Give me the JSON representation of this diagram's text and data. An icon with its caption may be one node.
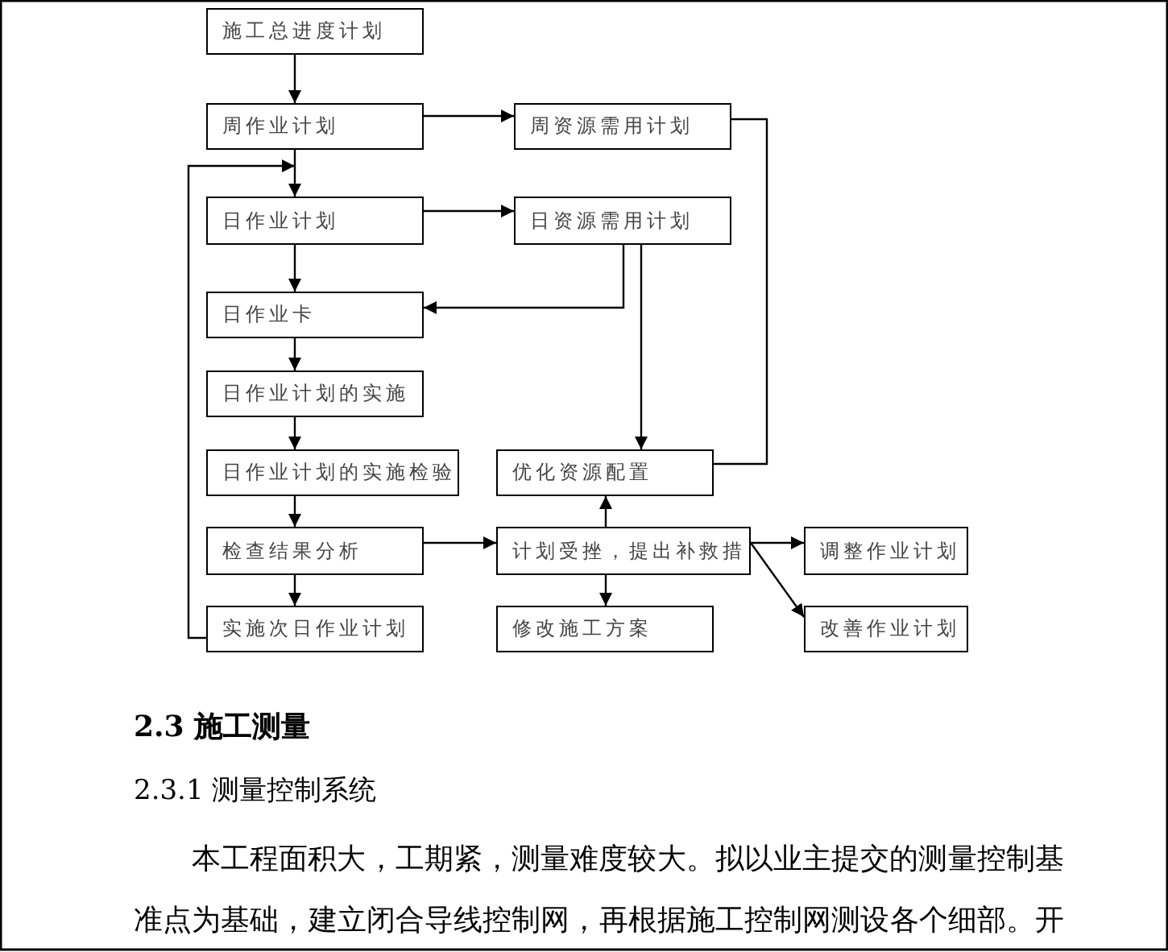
{
  "diagram": {
    "nodes": [
      {
        "text": [
          "施工总进度计划"
        ]
      },
      {
        "text": [
          "周作业计划"
        ]
      },
      {
        "text": [
          "周资源需用计划"
        ]
      },
      {
        "text": [
          "日作业计划"
        ]
      },
      {
        "text": [
          "日资源需用计划"
        ]
      },
      {
        "text": [
          "日作业卡"
        ]
      },
      {
        "text": [
          "日作业计划的实施"
        ]
      },
      {
        "text": [
          "日作业计划的实施检验"
        ]
      },
      {
        "text": [
          "优化资源配置"
        ]
      },
      {
        "text": [
          "检查结果分析"
        ]
      },
      {
        "text": [
          "计划受挫，提出补救措"
        ]
      },
      {
        "text": [
          "调整作业计划"
        ]
      },
      {
        "text": [
          "实施次日作业计划"
        ]
      },
      {
        "text": [
          "修改施工方案"
        ]
      },
      {
        "text": [
          "改善作业计划"
        ]
      }
    ],
    "edges": [
      {
        "from": 0,
        "to": 1,
        "arrow": "to"
      },
      {
        "from": 1,
        "to": 2,
        "arrow": "to"
      },
      {
        "from": 1,
        "to": 3,
        "arrow": "to"
      },
      {
        "from": 3,
        "to": 4,
        "arrow": "to"
      },
      {
        "from": 4,
        "to": 5,
        "arrow": "to"
      },
      {
        "from": 3,
        "to": 5,
        "arrow": "to"
      },
      {
        "from": 4,
        "to": 8,
        "arrow": "to"
      },
      {
        "from": 2,
        "to": 8,
        "arrow": "none"
      },
      {
        "from": 5,
        "to": 6,
        "arrow": "to"
      },
      {
        "from": 6,
        "to": 7,
        "arrow": "to"
      },
      {
        "from": 7,
        "to": 9,
        "arrow": "to"
      },
      {
        "from": 9,
        "to": 10,
        "arrow": "to"
      },
      {
        "from": 10,
        "to": 8,
        "arrow": "to"
      },
      {
        "from": 10,
        "to": 11,
        "arrow": "to"
      },
      {
        "from": 10,
        "to": 14,
        "arrow": "to"
      },
      {
        "from": 10,
        "to": 13,
        "arrow": "to"
      },
      {
        "from": 9,
        "to": 12,
        "arrow": "to"
      },
      {
        "from": 12,
        "to": 3,
        "arrow": "to"
      }
    ],
    "labels": [
      "2.3 施工测量",
      "2.3.1 测量控制系统",
      "本工程面积大，工期紧，测量难度较大。拟以业主提交的测量控制基准点为基础，建立闭合导线控制网，再根据施工控制网测设各个细部。开"
    ]
  }
}
